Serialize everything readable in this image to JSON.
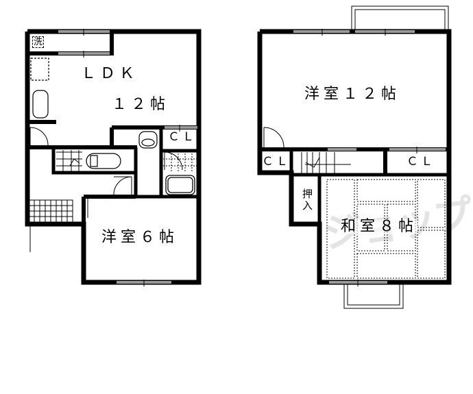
{
  "floor_plan": {
    "floor1": {
      "rooms": [
        {
          "id": "ldk",
          "label": "ＬＤＫ",
          "size": "１２帖"
        },
        {
          "id": "western-6",
          "label": "洋室６帖"
        },
        {
          "id": "closet-1f",
          "label": "ＣＬ"
        }
      ],
      "fixtures": {
        "laundry": "洗"
      }
    },
    "floor2": {
      "rooms": [
        {
          "id": "western-12",
          "label": "洋室１２帖"
        },
        {
          "id": "japanese-8",
          "label": "和室８帖"
        },
        {
          "id": "closet-2f-left",
          "label": "ＣＬ"
        },
        {
          "id": "closet-2f-right",
          "label": "ＣＬ"
        },
        {
          "id": "oshiire",
          "label": "押入"
        }
      ]
    },
    "watermark": "ジョップ",
    "colors": {
      "wall": "#000000",
      "window": "#9a9a9a",
      "background": "#ffffff",
      "watermark": "#e4e4e4"
    }
  }
}
